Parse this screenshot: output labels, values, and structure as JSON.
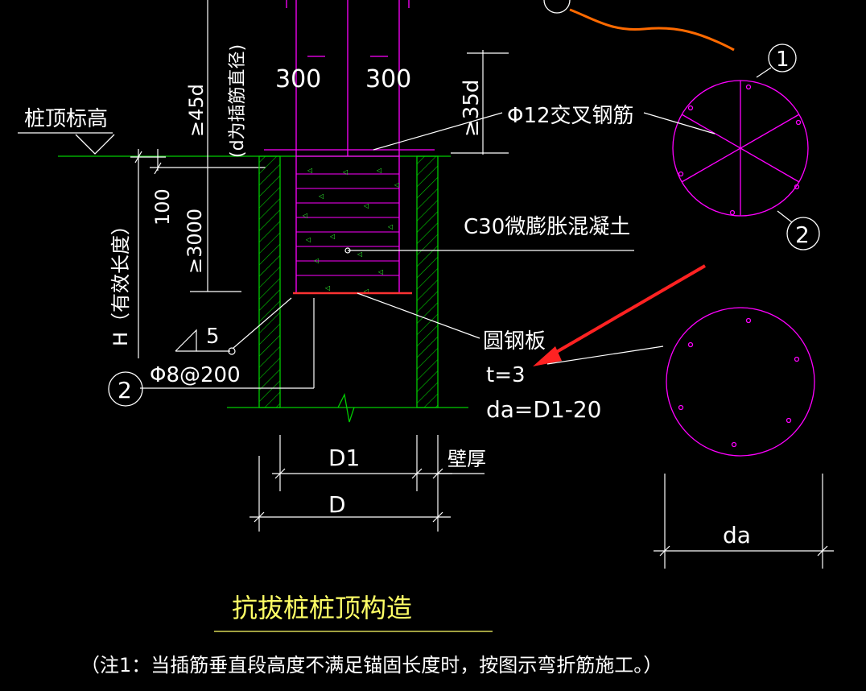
{
  "drawing": {
    "title": "抗拔桩桩顶构造",
    "note": "（注1：当插筋垂直段高度不满足锚固长度时，按图示弯折筋施工。）"
  },
  "labels": {
    "pile_top_elevation": "桩顶标高",
    "anchor_45d": "≥45d",
    "d_note": "(d为插筋直径)",
    "dim_300_left": "300",
    "dim_300_right": "300",
    "dim_35d": "≥35d",
    "cross_bar": "Φ12交叉钢筋",
    "concrete": "C30微膨胀混凝土",
    "dim_100": "100",
    "dim_3000": "≥3000",
    "effective_length": "H（有效长度）",
    "weld_size": "5",
    "stirrup": "Φ8@200",
    "plate": "圆钢板",
    "plate_thickness": "t=3",
    "plate_dia": "da=D1-20",
    "dim_D1": "D1",
    "wall_thickness": "壁厚",
    "dim_D": "D",
    "dim_da": "da"
  },
  "markers": {
    "m1": "1",
    "m2": "2",
    "m2_left": "2"
  },
  "colors": {
    "background": "#000000",
    "text": "#ffffff",
    "title": "#ffff66",
    "pile_wall": "#00cc00",
    "rebar": "#ff00ff",
    "annotation_arrow": "#ff2222",
    "cloud": "#ff6a00",
    "concrete_hatch": "#33ff33",
    "dimension": "#ffffff"
  }
}
